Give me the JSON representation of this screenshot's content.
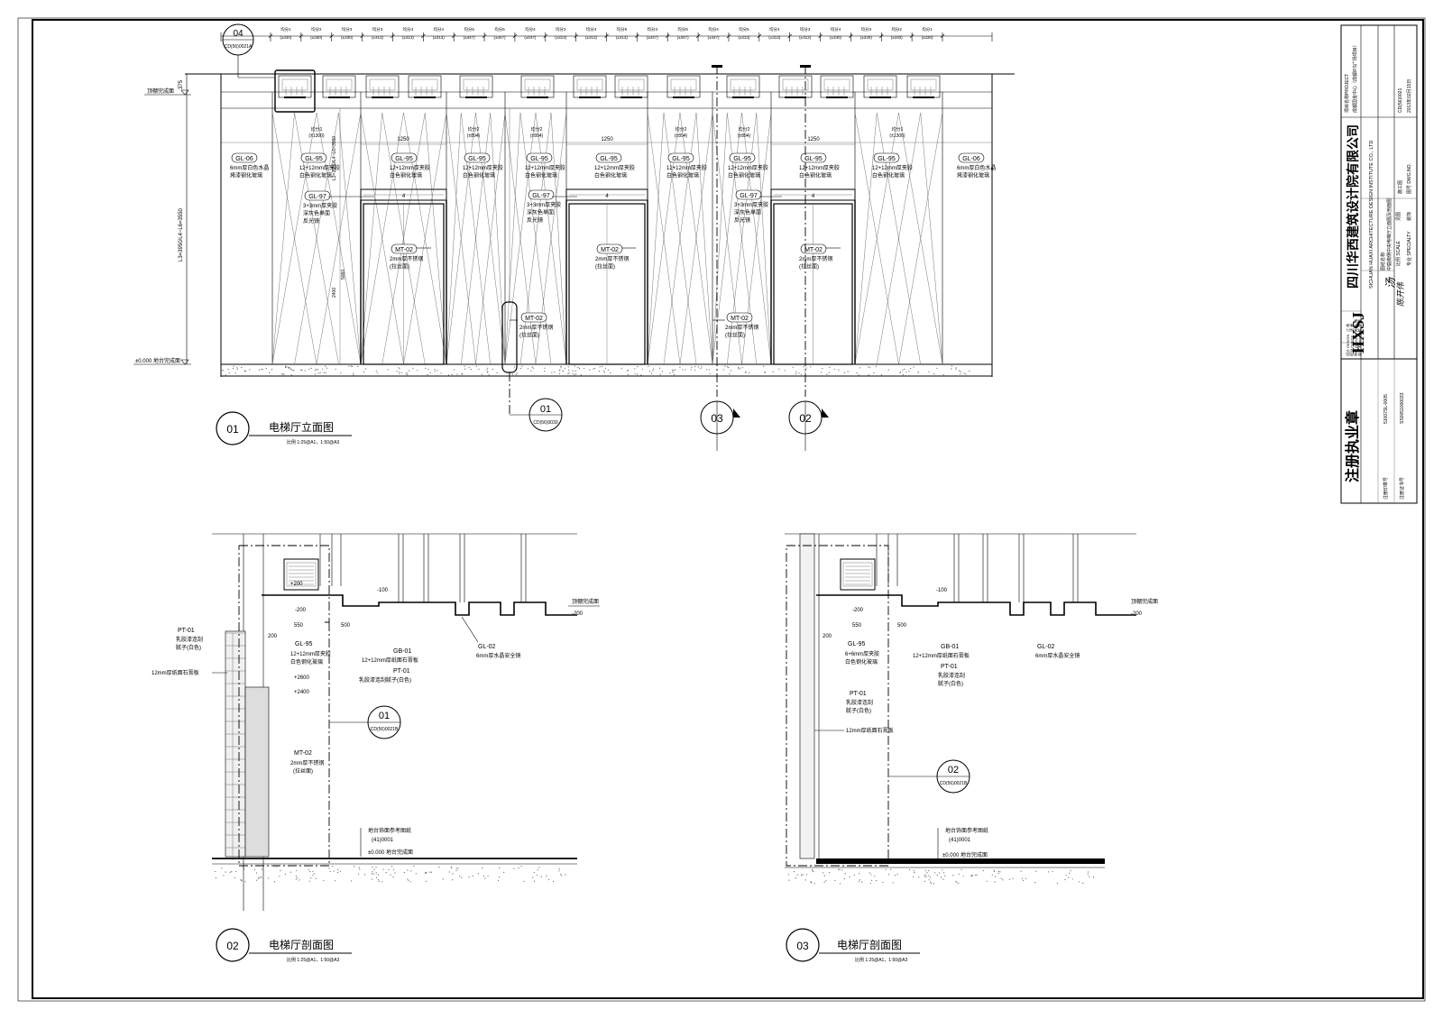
{
  "titleblock": {
    "company_cn": "四川华西建筑设计院有限公司",
    "company_en": "SICHUAN HUAXI ARCHITECTURE DESIGN INSTITUTE CO., LTD",
    "logo": "HXSJ",
    "project_label": "项目名称PROJECT",
    "project_name": "成都国金中心（成都IFS广场项目）",
    "drawing_label": "图纸名称:",
    "drawing_name": "中庭南侧中央电梯厅立面图及剖面图",
    "stamp_label": "注册执业章",
    "stamp_rows": [
      "注册印章号",
      "注册证书号"
    ],
    "stamp_values": [
      "51007SL-0005",
      "SS0051000033"
    ],
    "rows": [
      "设计 DESIGN",
      "校对 CHECK",
      "审核 REVIEW",
      "审定 APPROVE"
    ],
    "names": [
      "江 伟",
      "汤 君",
      "陈 开 伟",
      "陈 开 伟"
    ],
    "sig1": "汤",
    "sig2": "陈开伟",
    "scale_label": "比例 SCALE",
    "scale_value": "见图",
    "specialty_label": "专业 SPECIALTY",
    "specialty_value": "装饰",
    "drawing_no": "CD(56)0021",
    "date": "2013年02月15日",
    "phase": "施工图",
    "sheet_label": "图号 DWG.NO."
  },
  "views": {
    "elevation": {
      "num": "01",
      "title": "电梯厅立面图",
      "scale": "比例 1:25@A1，1:50@A3"
    },
    "section2": {
      "num": "02",
      "title": "电梯厅剖面图",
      "scale": "比例 1:25@A1，1:50@A3"
    },
    "section3": {
      "num": "03",
      "title": "电梯厅剖面图",
      "scale": "比例 1:25@A1，1:50@A3"
    }
  },
  "dims": {
    "top_segments": [
      "均分1",
      "均分2",
      "均分3",
      "均分3",
      "均分4",
      "均分4",
      "均分5",
      "均分5",
      "均分4",
      "均分3",
      "均分4",
      "均分5",
      "均分3",
      "均分5",
      "均分4",
      "均分5",
      "均分4",
      "均分3",
      "均分4",
      "均分3",
      "均分2",
      "均分1"
    ],
    "top_values": [
      "(±330)",
      "(±330)",
      "(±330)",
      "(±313)",
      "(±313)",
      "(±313)",
      "(±447)",
      "(±447)",
      "(±447)",
      "(±313)",
      "(±313)",
      "(±313)",
      "(±447)",
      "(±447)",
      "(±447)",
      "(±313)",
      "(±313)",
      "(±313)",
      "(±330)",
      "(±330)",
      "(±330)",
      "(±330)"
    ],
    "height_total": "L3=3950/L4~L6=3550",
    "ceiling_h": "375",
    "door_h": "2400",
    "mid_h": "L3=3950/L4~L6=3550",
    "panel_w": "1250",
    "d4": "4"
  },
  "bubbles": {
    "top_left": {
      "num": "04",
      "ref": "CD(56)0021A"
    },
    "sec01": {
      "num": "01",
      "ref": "CD(56)0030"
    },
    "s03": "03",
    "s02": "02",
    "sec2_detail": {
      "num": "01",
      "ref": "CD(56)0021B"
    },
    "sec3_detail": {
      "num": "02",
      "ref": "CD(56)0021B"
    }
  },
  "levels": {
    "ceiling": "顶棚完成面",
    "floor": "±0.000 地台完成面",
    "m200": "-200",
    "m100": "-100",
    "p200": "+200",
    "p2600": "+2600",
    "p2400": "+2400",
    "d550": "550",
    "d500": "500",
    "d200": "200"
  },
  "labels": {
    "gl06": {
      "code": "GL-06",
      "l1": "6mm厚白色水晶",
      "l2": "烤漆钢化玻璃"
    },
    "gl95": {
      "code": "GL-95",
      "l1": "12+12mm厚夹胶",
      "l2": "白色钢化玻璃"
    },
    "gl95b": {
      "code": "GL-95",
      "l1": "6+6mm厚夹胶",
      "l2": "白色钢化玻璃"
    },
    "gl97": {
      "code": "GL-97",
      "l1": "3+3mm厚夹胶",
      "l2": "深灰色单面",
      "l3": "反光镜"
    },
    "mt02": {
      "code": "MT-02",
      "l1": "2mm厚不锈钢",
      "l2": "(拉丝面)"
    },
    "pt01": {
      "code": "PT-01",
      "l1": "乳胶漆连刮",
      "l2": "腻子(白色)"
    },
    "pt01b": {
      "code": "PT-01",
      "l1": "乳胶漆连刮腻子(白色)"
    },
    "gb01": {
      "code": "GB-01",
      "l1": "12+12mm厚纸面石膏板"
    },
    "gl02": {
      "code": "GL-02",
      "l1": "6mm厚水晶安全镜"
    },
    "gypsum": "12mm厚纸面石膏板",
    "floor_ref": "地台饰面参考图纸",
    "floor_ref2": "(41)0001",
    "avg1": "均分1",
    "avg1v": "(±1300)",
    "avg2": "均分2",
    "avg2v": "(±894)",
    "h5060": "5060"
  }
}
